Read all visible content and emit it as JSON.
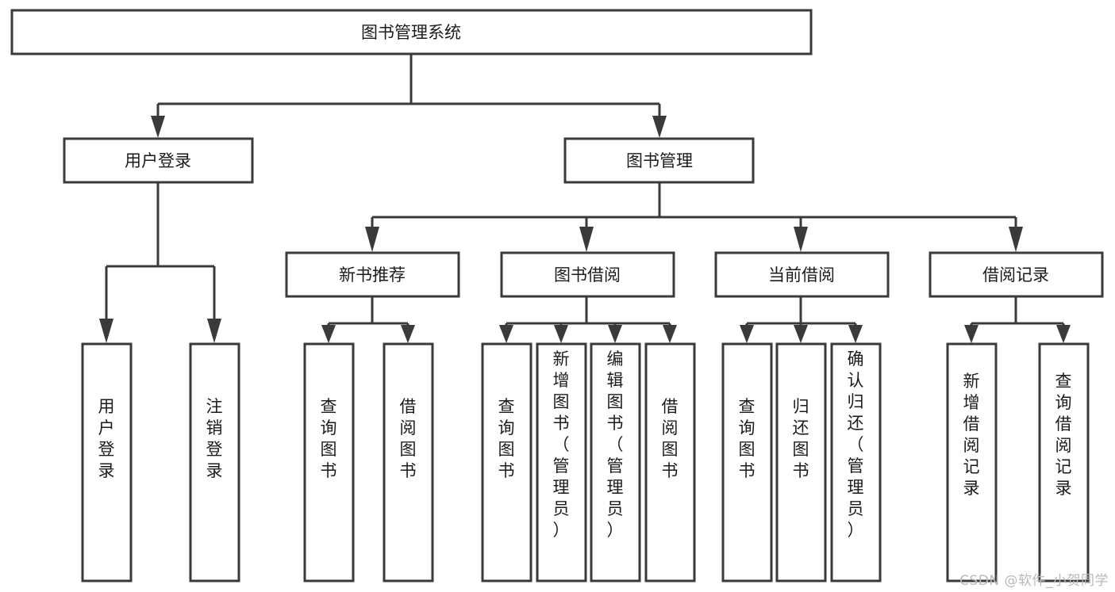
{
  "diagram": {
    "title": "图书管理系统",
    "type": "tree-hierarchy-diagram",
    "colors": {
      "stroke": "#3a3a3a",
      "fill": "#ffffff",
      "text": "#1b1b1b",
      "watermark": "#b9b9b9"
    },
    "root": {
      "id": "root",
      "label": "图书管理系统"
    },
    "level2": [
      {
        "id": "user-login",
        "label": "用户登录"
      },
      {
        "id": "book-manage",
        "label": "图书管理"
      }
    ],
    "level3": [
      {
        "id": "new-book-rec",
        "label": "新书推荐"
      },
      {
        "id": "book-borrow",
        "label": "图书借阅"
      },
      {
        "id": "current-borrow",
        "label": "当前借阅"
      },
      {
        "id": "borrow-record",
        "label": "借阅记录"
      }
    ],
    "leaves": [
      {
        "id": "leaf-user-login",
        "label": "用户登录",
        "parent": "user-login"
      },
      {
        "id": "leaf-user-logout",
        "label": "注销登录",
        "parent": "user-login"
      },
      {
        "id": "leaf-query-book-1",
        "label": "查询图书",
        "parent": "new-book-rec"
      },
      {
        "id": "leaf-borrow-book-1",
        "label": "借阅图书",
        "parent": "new-book-rec"
      },
      {
        "id": "leaf-query-book-2",
        "label": "查询图书",
        "parent": "book-borrow"
      },
      {
        "id": "leaf-add-book",
        "label": "新增图书（管理员）",
        "parent": "book-borrow"
      },
      {
        "id": "leaf-edit-book",
        "label": "编辑图书（管理员）",
        "parent": "book-borrow"
      },
      {
        "id": "leaf-borrow-book-2",
        "label": "借阅图书",
        "parent": "book-borrow"
      },
      {
        "id": "leaf-query-book-3",
        "label": "查询图书",
        "parent": "current-borrow"
      },
      {
        "id": "leaf-return-book",
        "label": "归还图书",
        "parent": "current-borrow"
      },
      {
        "id": "leaf-confirm-return",
        "label": "确认归还（管理员）",
        "parent": "current-borrow"
      },
      {
        "id": "leaf-add-record",
        "label": "新增借阅记录",
        "parent": "borrow-record"
      },
      {
        "id": "leaf-query-record",
        "label": "查询借阅记录",
        "parent": "borrow-record"
      }
    ]
  },
  "watermark": {
    "text": "CSDN @软件_小贺同学"
  }
}
